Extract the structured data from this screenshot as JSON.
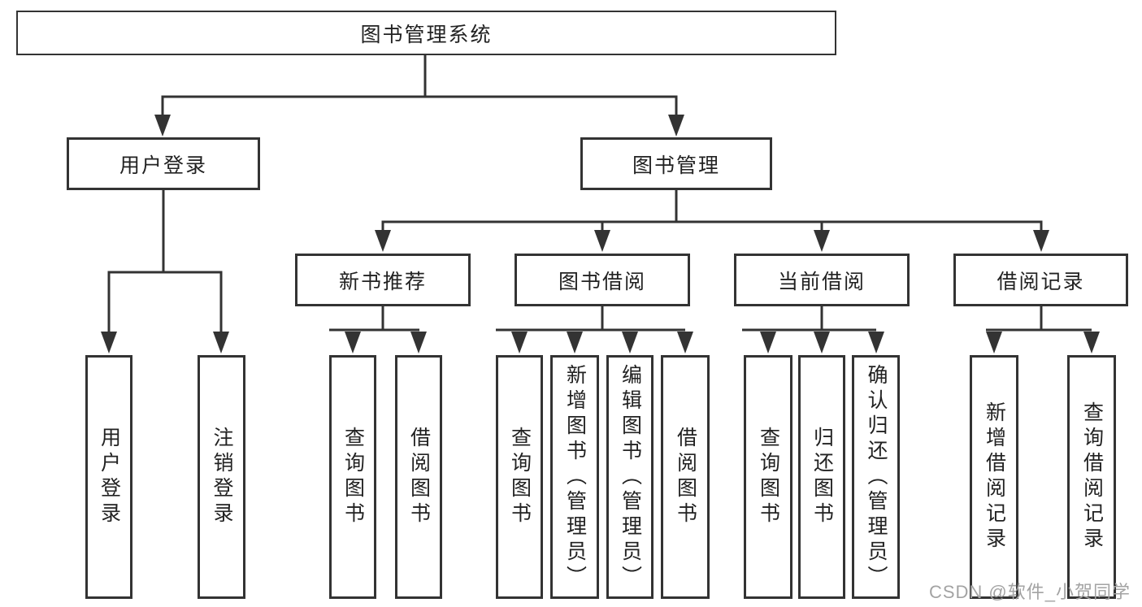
{
  "diagram": {
    "tree": {
      "root": {
        "label": "图书管理系统"
      },
      "branches": [
        {
          "label": "用户登录",
          "children": [
            {
              "label": "用户登录"
            },
            {
              "label": "注销登录"
            }
          ]
        },
        {
          "label": "图书管理",
          "children": [
            {
              "label": "新书推荐",
              "children": [
                {
                  "label": "查询图书"
                },
                {
                  "label": "借阅图书"
                }
              ]
            },
            {
              "label": "图书借阅",
              "children": [
                {
                  "label": "查询图书"
                },
                {
                  "label": "新增图书（管理员）"
                },
                {
                  "label": "编辑图书（管理员）"
                },
                {
                  "label": "借阅图书"
                }
              ]
            },
            {
              "label": "当前借阅",
              "children": [
                {
                  "label": "查询图书"
                },
                {
                  "label": "归还图书"
                },
                {
                  "label": "确认归还（管理员）"
                }
              ]
            },
            {
              "label": "借阅记录",
              "children": [
                {
                  "label": "新增借阅记录"
                },
                {
                  "label": "查询借阅记录"
                }
              ]
            }
          ]
        }
      ]
    },
    "colors": {
      "line": "#333333",
      "box_border": "#333333",
      "box_fill": "#ffffff",
      "text": "#222222",
      "watermark": "#a3a3a3"
    }
  },
  "watermark": {
    "text": "CSDN @软件_小贺同学"
  }
}
